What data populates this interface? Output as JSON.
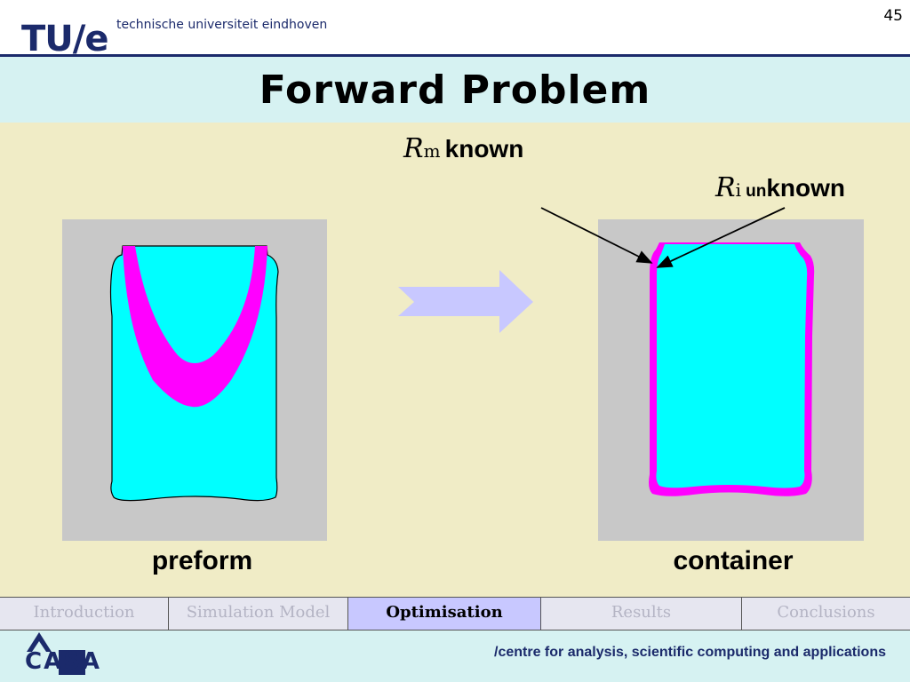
{
  "header": {
    "page_number": "45",
    "logo_text": "TU/e",
    "university_name": "technische universiteit eindhoven"
  },
  "title": "Forward Problem",
  "annotations": {
    "rm": {
      "symbol": "R",
      "subscript": "m",
      "word": "known"
    },
    "ri": {
      "symbol": "R",
      "subscript": "i",
      "prefix": "un",
      "word": "known"
    }
  },
  "captions": {
    "left": "preform",
    "right": "container"
  },
  "colors": {
    "title_band": "#d6f2f2",
    "content_bg": "#f0ecc6",
    "mold_gray": "#c8c8c8",
    "fluid_cyan": "#00ffff",
    "material_magenta": "#ff00ff",
    "arrow_lavender": "#c8c8ff",
    "brand_navy": "#1b2a6b"
  },
  "nav": {
    "tabs": [
      {
        "label": "Introduction",
        "active": false
      },
      {
        "label": "Simulation Model",
        "active": false
      },
      {
        "label": "Optimisation",
        "active": true
      },
      {
        "label": "Results",
        "active": false
      },
      {
        "label": "Conclusions",
        "active": false
      }
    ]
  },
  "footer": {
    "logo_text": "CASA",
    "tagline": "/centre for analysis, scientific computing and applications"
  }
}
